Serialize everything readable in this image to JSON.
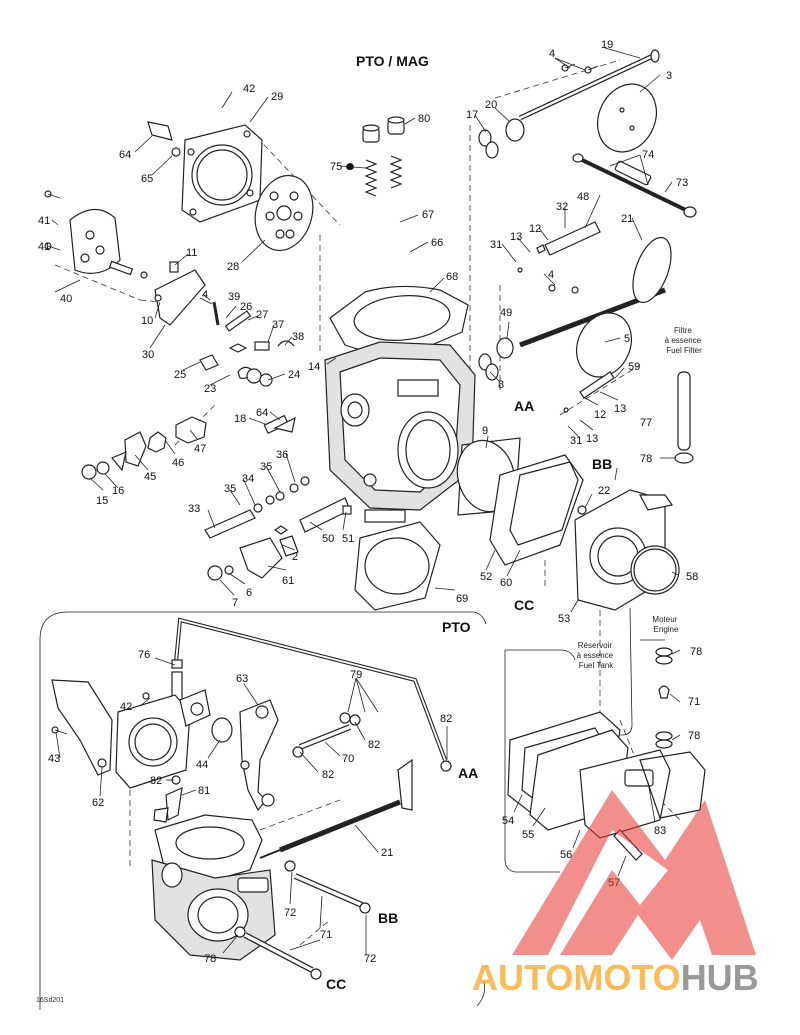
{
  "headings": {
    "pto_mag": "PTO / MAG",
    "pto": "PTO"
  },
  "connectors": {
    "aa_top": "AA",
    "bb_top": "BB",
    "cc_top": "CC",
    "aa_bottom": "AA",
    "bb_bottom": "BB",
    "cc_bottom": "CC"
  },
  "notes": {
    "fuel_filter": "Filtre à essence Fuel Filter",
    "fuel_tank": "Réservoir à essence Fuel Tank",
    "engine": "Moteur Engine"
  },
  "figure_code": "16Sd201",
  "watermark": {
    "brand_auto": "AUTO",
    "brand_moto": "MOTO",
    "brand_hub": "HUB"
  },
  "callouts": {
    "c1": "19",
    "c2": "4",
    "c3": "3",
    "c4": "80",
    "c5": "20",
    "c6": "17",
    "c7": "42",
    "c8": "29",
    "c9": "64",
    "c10": "65",
    "c11": "75",
    "c12": "74",
    "c13": "73",
    "c14": "41",
    "c15": "48",
    "c16": "32",
    "c17": "21",
    "c18": "67",
    "c19": "66",
    "c20": "31",
    "c21": "13",
    "c22": "12",
    "c23": "11",
    "c24": "28",
    "c25": "41",
    "c26": "40",
    "c27": "9",
    "c28": "4",
    "c29": "10",
    "c30": "39",
    "c31": "26",
    "c32": "68",
    "c33": "4",
    "c34": "30",
    "c35": "27",
    "c36": "37",
    "c37": "38",
    "c38": "14",
    "c39": "49",
    "c40": "5",
    "c41": "25",
    "c42": "23",
    "c43": "24",
    "c44": "8",
    "c45": "AA",
    "c46": "59",
    "c47": "18",
    "c48": "64",
    "c49": "12",
    "c50": "13",
    "c51": "77",
    "c52": "47",
    "c53": "46",
    "c54": "45",
    "c55": "36",
    "c56": "35",
    "c57": "9",
    "c58": "31",
    "c59": "13",
    "c60": "78",
    "c61": "15",
    "c62": "16",
    "c63": "34",
    "c64": "35",
    "c65": "BB",
    "c66": "33",
    "c67": "22",
    "c68": "2",
    "c69": "50",
    "c70": "51",
    "c71": "52",
    "c72": "60",
    "c73": "58",
    "c74": "7",
    "c75": "6",
    "c76": "61",
    "c77": "CC",
    "c78": "53",
    "c79": "69",
    "c80": "76",
    "c81": "63",
    "c82": "79",
    "c83": "42",
    "c84": "78",
    "c85": "82",
    "c86": "43",
    "c87": "44",
    "c88": "70",
    "c89": "82",
    "c90": "82",
    "c91": "71",
    "c92": "62",
    "c93": "81",
    "c94": "78",
    "c95": "54",
    "c96": "55",
    "c97": "83",
    "c98": "21",
    "c99": "56",
    "c100": "72",
    "c101": "57",
    "c102": "71",
    "c103": "78",
    "c104": "72",
    "c105": "82"
  }
}
